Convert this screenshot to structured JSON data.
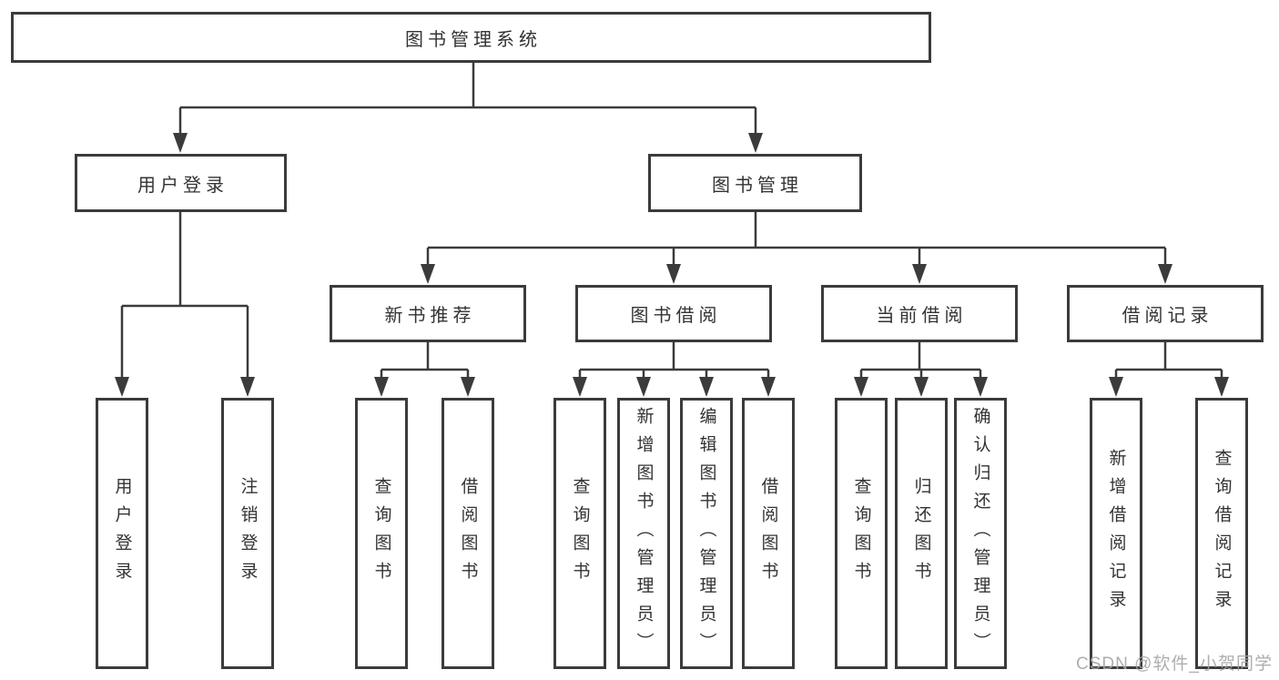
{
  "diagram": {
    "root": {
      "label": "图书管理系统"
    },
    "branches": [
      {
        "label": "用户登录",
        "children": [
          {
            "label": "用户登录"
          },
          {
            "label": "注销登录"
          }
        ]
      },
      {
        "label": "图书管理",
        "children": [
          {
            "label": "新书推荐",
            "children": [
              {
                "label": "查询图书"
              },
              {
                "label": "借阅图书"
              }
            ]
          },
          {
            "label": "图书借阅",
            "children": [
              {
                "label": "查询图书"
              },
              {
                "label": "新增图书（管理员）"
              },
              {
                "label": "编辑图书（管理员）"
              },
              {
                "label": "借阅图书"
              }
            ]
          },
          {
            "label": "当前借阅",
            "children": [
              {
                "label": "查询图书"
              },
              {
                "label": "归还图书"
              },
              {
                "label": "确认归还（管理员）"
              }
            ]
          },
          {
            "label": "借阅记录",
            "children": [
              {
                "label": "新增借阅记录"
              },
              {
                "label": "查询借阅记录"
              }
            ]
          }
        ]
      }
    ]
  },
  "watermark": {
    "text": "CSDN @软件_小贺同学"
  },
  "colors": {
    "line": "#3b3b3b",
    "text": "#333333",
    "background": "#ffffff",
    "watermark": "#a5a5a5"
  }
}
